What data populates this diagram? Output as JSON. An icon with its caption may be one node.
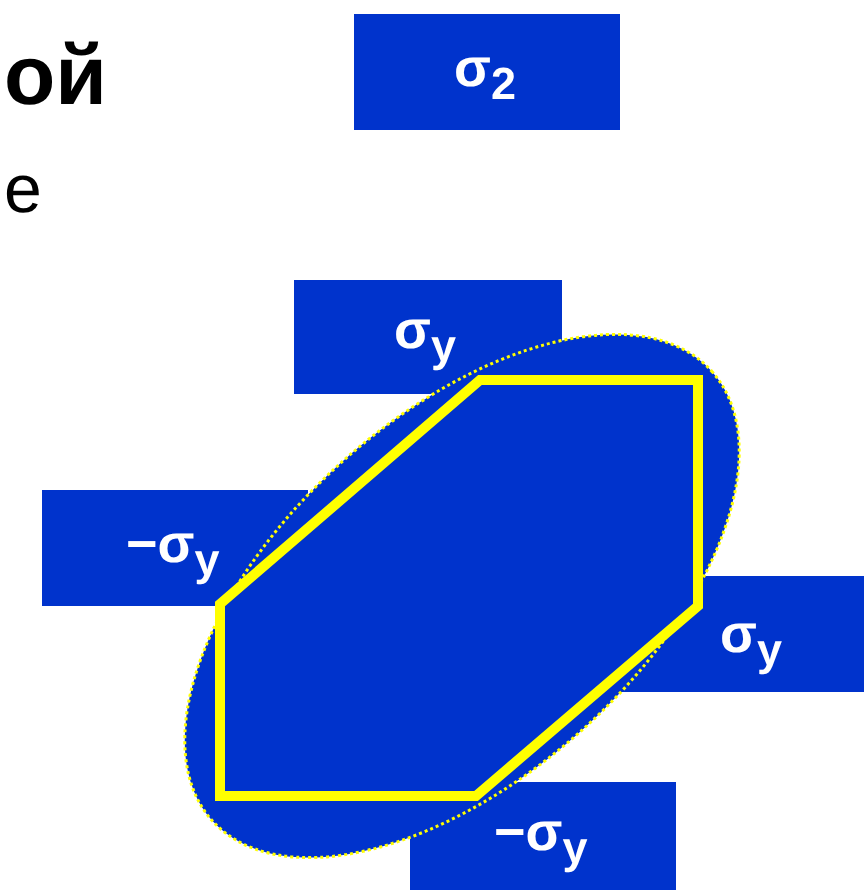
{
  "diagram": {
    "nodes": [
      {
        "text": [
          "σ$_{2}$"
        ]
      },
      {
        "text": [
          "σ$_{y}$"
        ]
      },
      {
        "text": [
          "−σ$_{y}$"
        ]
      },
      {
        "text": [
          "σ$_{y}$"
        ]
      },
      {
        "text": [
          "−σ$_{y}$"
        ]
      }
    ],
    "labels": [
      "ой",
      "е"
    ]
  }
}
